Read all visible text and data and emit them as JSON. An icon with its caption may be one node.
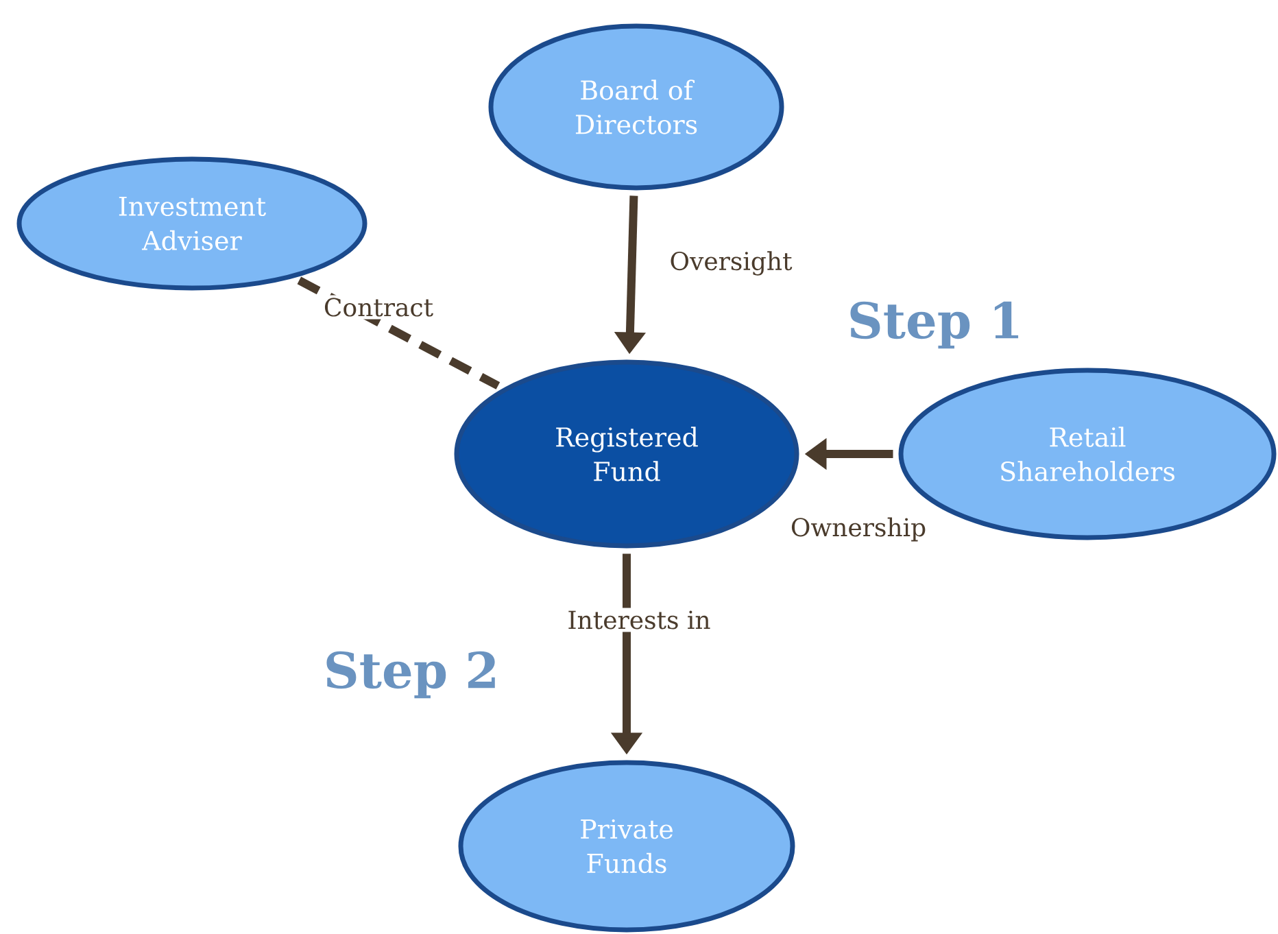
{
  "diagram": {
    "nodes": [
      {
        "text": [
          "Board of Directors"
        ]
      },
      {
        "text": [
          "Investment Adviser"
        ]
      },
      {
        "text": [
          "Registered Fund"
        ]
      },
      {
        "text": [
          "Retail Shareholders"
        ]
      },
      {
        "text": [
          "Private Funds"
        ]
      }
    ],
    "edges": [
      {
        "from": 0,
        "to": 2,
        "arrow": "to",
        "label": "Oversight"
      },
      {
        "from": 1,
        "to": 2,
        "arrow": "none",
        "label": "Contract",
        "style": "dashed"
      },
      {
        "from": 3,
        "to": 2,
        "arrow": "to",
        "label": "Ownership"
      },
      {
        "from": 2,
        "to": 4,
        "arrow": "to",
        "label": "Interests in"
      }
    ],
    "labels": [
      "Step 1",
      "Step 2"
    ]
  }
}
